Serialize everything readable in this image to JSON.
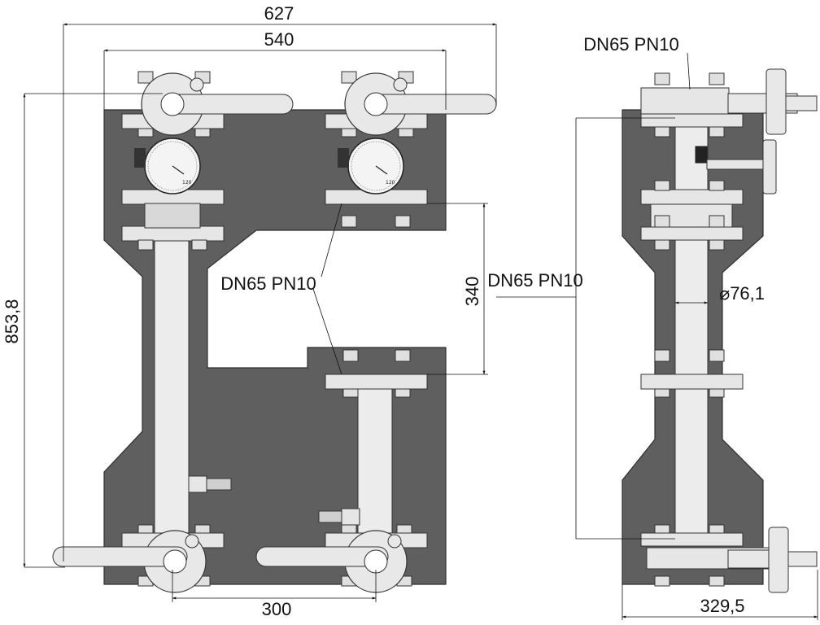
{
  "dimensions": {
    "overall_width": "627",
    "flange_spacing_top": "540",
    "overall_height": "853,8",
    "vertical_offset": "340",
    "bottom_spacing": "300",
    "side_depth": "329,5",
    "pipe_diameter": "⌀76,1"
  },
  "labels": {
    "connection_front": "DN65 PN10",
    "connection_mid": "DN65 PN10",
    "connection_side": "DN65 PN10"
  },
  "gauge_marks": {
    "left": "120",
    "right": "120"
  },
  "colors": {
    "body": "#5f5f5f",
    "body_stroke": "#2e2e2e",
    "pipe": "#ececec",
    "flange": "#e6e6e6",
    "line": "#111111"
  }
}
